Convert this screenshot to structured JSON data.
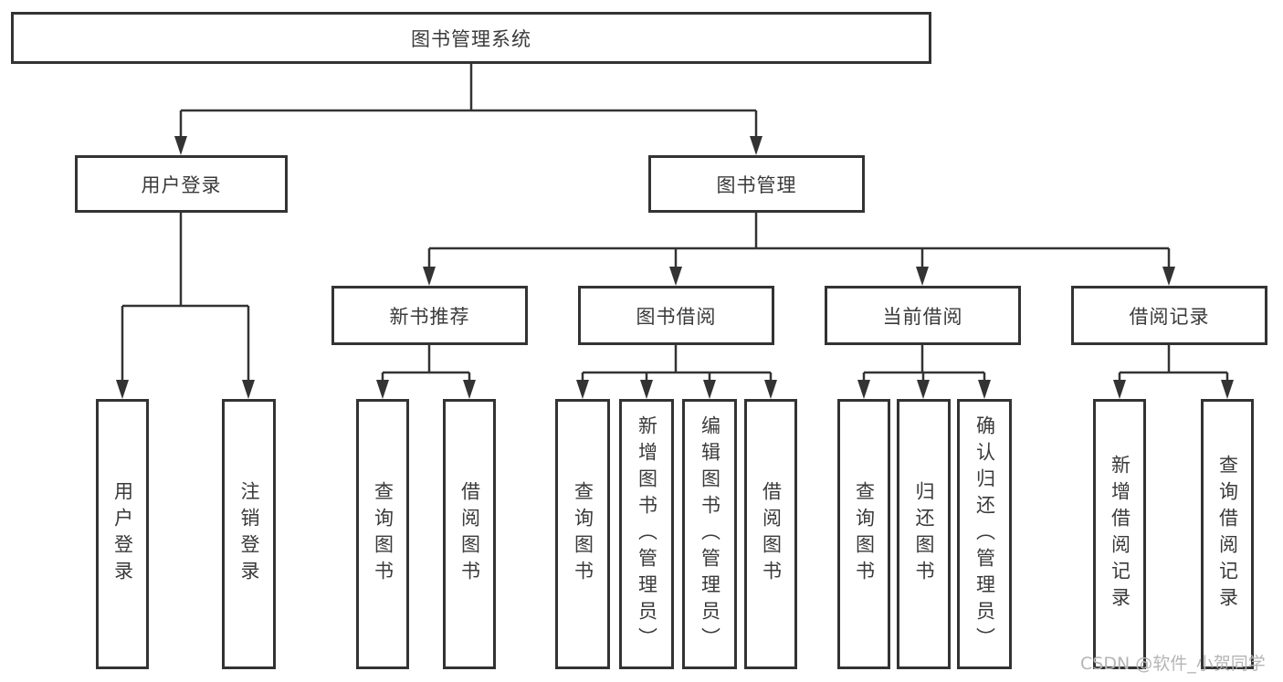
{
  "tree": {
    "root": {
      "label": "图书管理系统"
    },
    "level2": [
      {
        "label": "用户登录",
        "children": [
          {
            "label": "用户登录"
          },
          {
            "label": "注销登录"
          }
        ]
      },
      {
        "label": "图书管理",
        "children": [
          {
            "label": "新书推荐",
            "children": [
              {
                "label": "查询图书"
              },
              {
                "label": "借阅图书"
              }
            ]
          },
          {
            "label": "图书借阅",
            "children": [
              {
                "label": "查询图书"
              },
              {
                "label": "新增图书（管理员）"
              },
              {
                "label": "编辑图书（管理员）"
              },
              {
                "label": "借阅图书"
              }
            ]
          },
          {
            "label": "当前借阅",
            "children": [
              {
                "label": "查询图书"
              },
              {
                "label": "归还图书"
              },
              {
                "label": "确认归还（管理员）"
              }
            ]
          },
          {
            "label": "借阅记录",
            "children": [
              {
                "label": "新增借阅记录"
              },
              {
                "label": "查询借阅记录"
              }
            ]
          }
        ]
      }
    ]
  },
  "watermark": {
    "text": "CSDN @软件_小贺同学"
  },
  "colors": {
    "line": "#333333",
    "text": "#3a3a3a",
    "bg": "#ffffff",
    "watermark": "#b5b5b5"
  }
}
